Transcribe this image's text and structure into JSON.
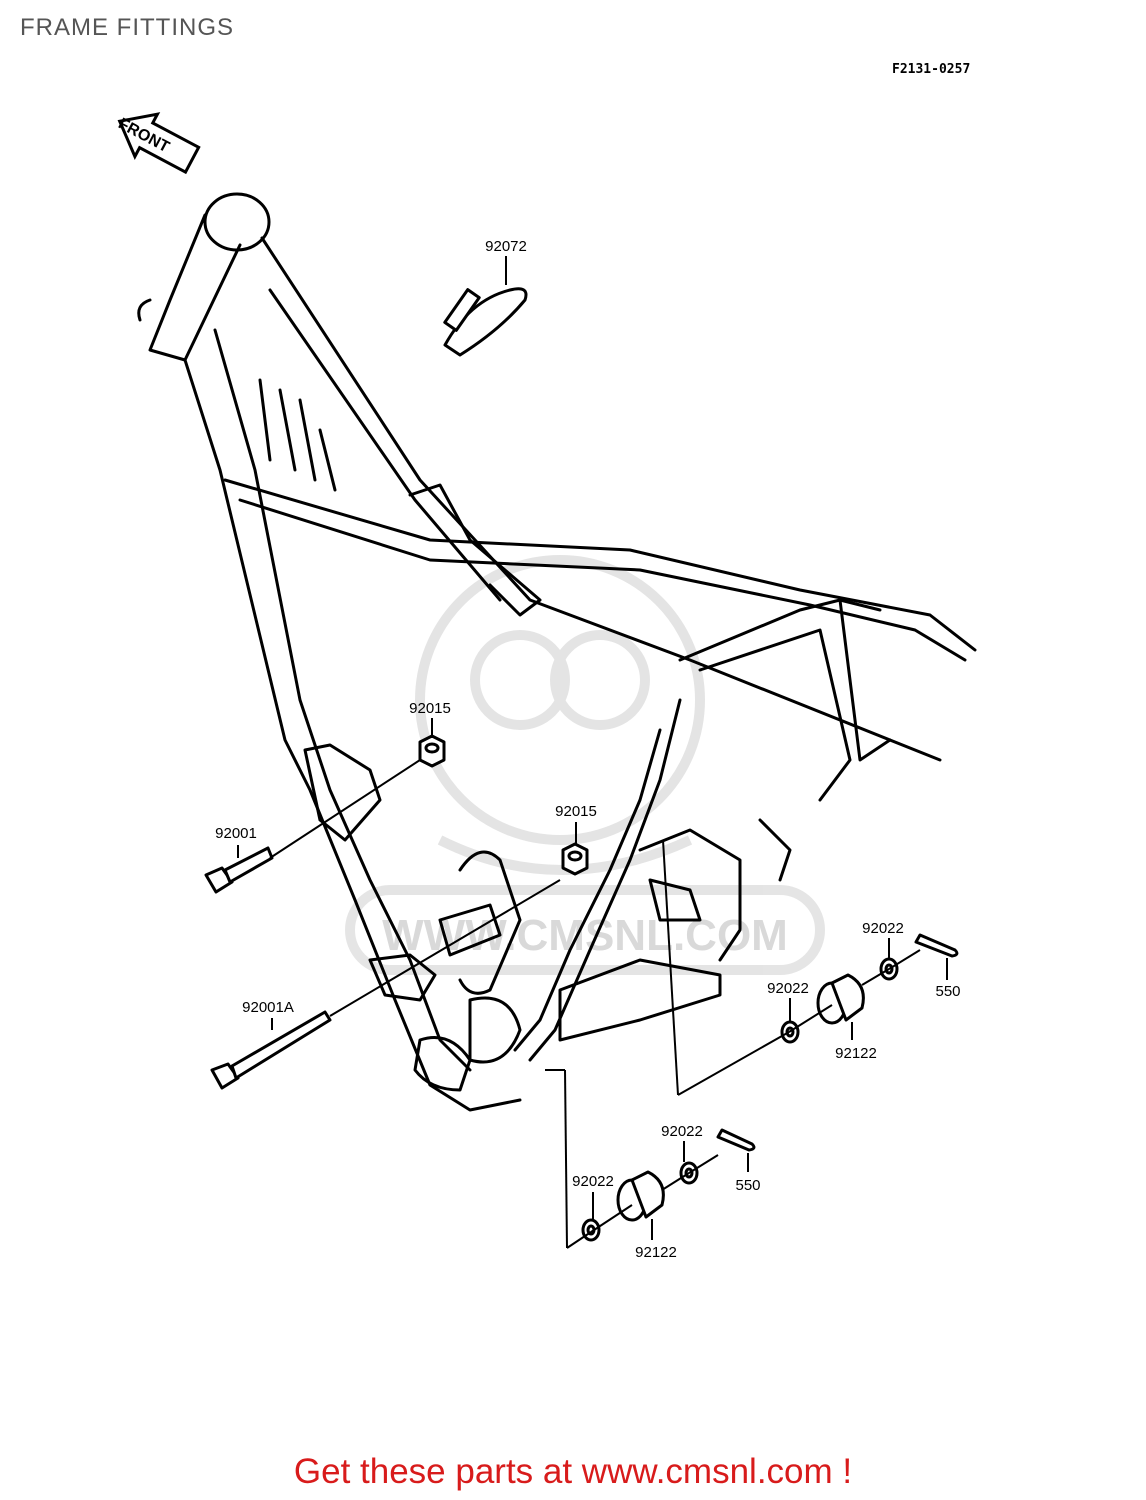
{
  "page": {
    "title": "FRAME FITTINGS",
    "drawing_code": "F2131-0257"
  },
  "diagram": {
    "front_arrow_text": "FRONT",
    "watermark_text": "WWW.CMSNL.COM",
    "part_labels": {
      "cable_band": "92072",
      "nut_upper": "92015",
      "nut_lower": "92015",
      "bolt_upper": "92001",
      "bolt_lower": "92001A",
      "washer_right_top": "92022",
      "washer_right_mid": "92022",
      "pin_right": "550",
      "damper_right": "92122",
      "washer_bottom_top": "92022",
      "washer_bottom_mid": "92022",
      "pin_bottom": "550",
      "damper_bottom": "92122"
    }
  },
  "footer": {
    "link_text": "Get these parts at www.cmsnl.com !"
  }
}
